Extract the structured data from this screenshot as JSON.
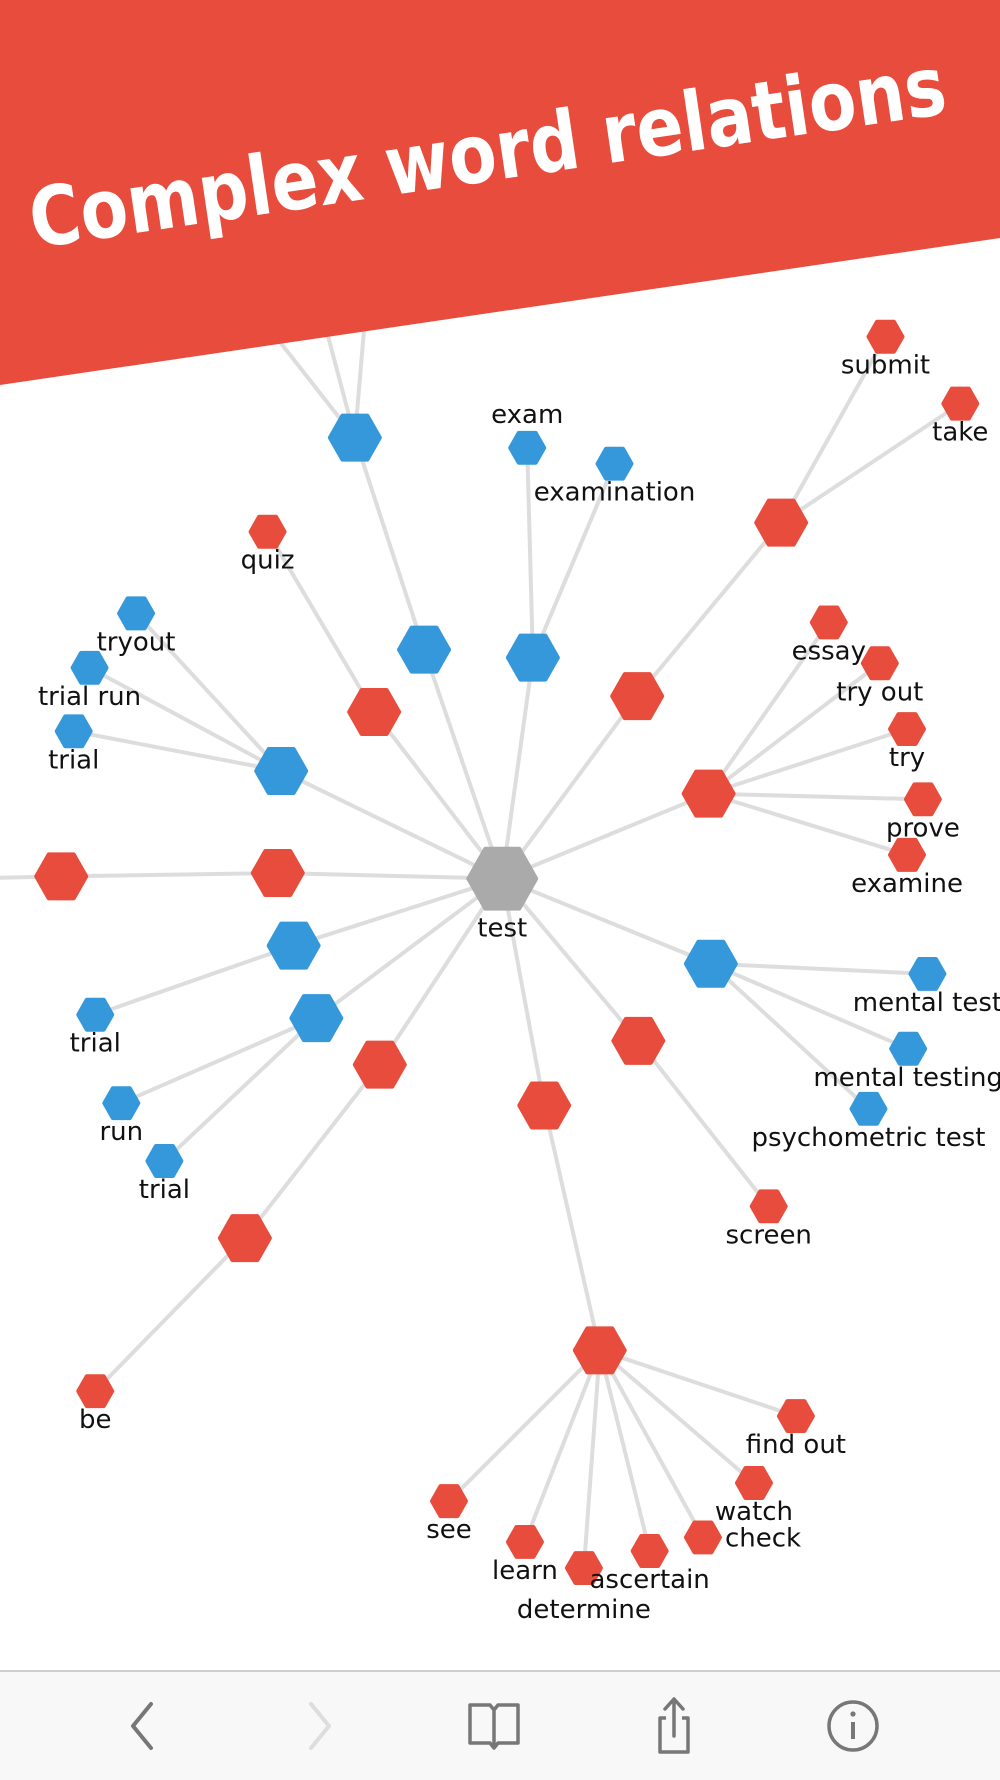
{
  "banner": {
    "title": "Complex word relations",
    "color": "#e74c3c"
  },
  "colors": {
    "red": "#e74c3c",
    "blue": "#3498db",
    "gray": "#aaaaaa",
    "edge": "#dddddd"
  },
  "graph": {
    "nodes": [
      {
        "label": "test",
        "group": "gray"
      },
      {
        "label": "",
        "group": "blue"
      },
      {
        "label": "",
        "group": "blue"
      },
      {
        "label": "",
        "group": "blue"
      },
      {
        "label": "",
        "group": "blue"
      },
      {
        "label": "",
        "group": "blue"
      },
      {
        "label": "",
        "group": "blue"
      },
      {
        "label": "",
        "group": "blue"
      },
      {
        "label": "",
        "group": "red"
      },
      {
        "label": "",
        "group": "red"
      },
      {
        "label": "",
        "group": "red"
      },
      {
        "label": "",
        "group": "red"
      },
      {
        "label": "",
        "group": "red"
      },
      {
        "label": "",
        "group": "red"
      },
      {
        "label": "",
        "group": "red"
      },
      {
        "label": "",
        "group": "red"
      },
      {
        "label": "",
        "group": "red"
      },
      {
        "label": "",
        "group": "red"
      },
      {
        "label": "",
        "group": "red"
      },
      {
        "label": "submit",
        "group": "red"
      },
      {
        "label": "take",
        "group": "red"
      },
      {
        "label": "quiz",
        "group": "red"
      },
      {
        "label": "essay",
        "group": "red"
      },
      {
        "label": "try out",
        "group": "red"
      },
      {
        "label": "try",
        "group": "red"
      },
      {
        "label": "prove",
        "group": "red"
      },
      {
        "label": "examine",
        "group": "red"
      },
      {
        "label": "screen",
        "group": "red"
      },
      {
        "label": "be",
        "group": "red"
      },
      {
        "label": "find out",
        "group": "red"
      },
      {
        "label": "watch",
        "group": "red"
      },
      {
        "label": "see",
        "group": "red"
      },
      {
        "label": "learn",
        "group": "red"
      },
      {
        "label": "determine",
        "group": "red"
      },
      {
        "label": "ascertain",
        "group": "red"
      },
      {
        "label": "check",
        "group": "red"
      },
      {
        "label": "exam",
        "group": "blue"
      },
      {
        "label": "examination",
        "group": "blue"
      },
      {
        "label": "tryout",
        "group": "blue"
      },
      {
        "label": "trial run",
        "group": "blue"
      },
      {
        "label": "trial",
        "group": "blue"
      },
      {
        "label": "trial",
        "group": "blue"
      },
      {
        "label": "run",
        "group": "blue"
      },
      {
        "label": "trial",
        "group": "blue"
      },
      {
        "label": "mental test",
        "group": "blue"
      },
      {
        "label": "mental testing",
        "group": "blue"
      },
      {
        "label": "psychometric test",
        "group": "blue"
      }
    ],
    "edges": [
      [
        0,
        2
      ],
      [
        2,
        1
      ],
      [
        0,
        9
      ],
      [
        9,
        21
      ],
      [
        0,
        3
      ],
      [
        3,
        36
      ],
      [
        3,
        37
      ],
      [
        0,
        10
      ],
      [
        10,
        8
      ],
      [
        8,
        19
      ],
      [
        8,
        20
      ],
      [
        0,
        11
      ],
      [
        11,
        22
      ],
      [
        11,
        23
      ],
      [
        11,
        24
      ],
      [
        11,
        25
      ],
      [
        11,
        26
      ],
      [
        0,
        4
      ],
      [
        4,
        38
      ],
      [
        4,
        39
      ],
      [
        4,
        40
      ],
      [
        0,
        13
      ],
      [
        13,
        12
      ],
      [
        0,
        5
      ],
      [
        5,
        41
      ],
      [
        0,
        6
      ],
      [
        6,
        42
      ],
      [
        6,
        43
      ],
      [
        0,
        7
      ],
      [
        7,
        44
      ],
      [
        7,
        45
      ],
      [
        7,
        46
      ],
      [
        0,
        14
      ],
      [
        14,
        27
      ],
      [
        0,
        15
      ],
      [
        15,
        18
      ],
      [
        18,
        29
      ],
      [
        18,
        30
      ],
      [
        18,
        31
      ],
      [
        18,
        32
      ],
      [
        18,
        33
      ],
      [
        18,
        34
      ],
      [
        18,
        35
      ],
      [
        0,
        16
      ],
      [
        16,
        17
      ],
      [
        17,
        28
      ]
    ]
  },
  "toolbar": {
    "back": "back-icon",
    "forward": "forward-icon",
    "bookmarks": "book-icon",
    "share": "share-icon",
    "info": "info-icon"
  }
}
